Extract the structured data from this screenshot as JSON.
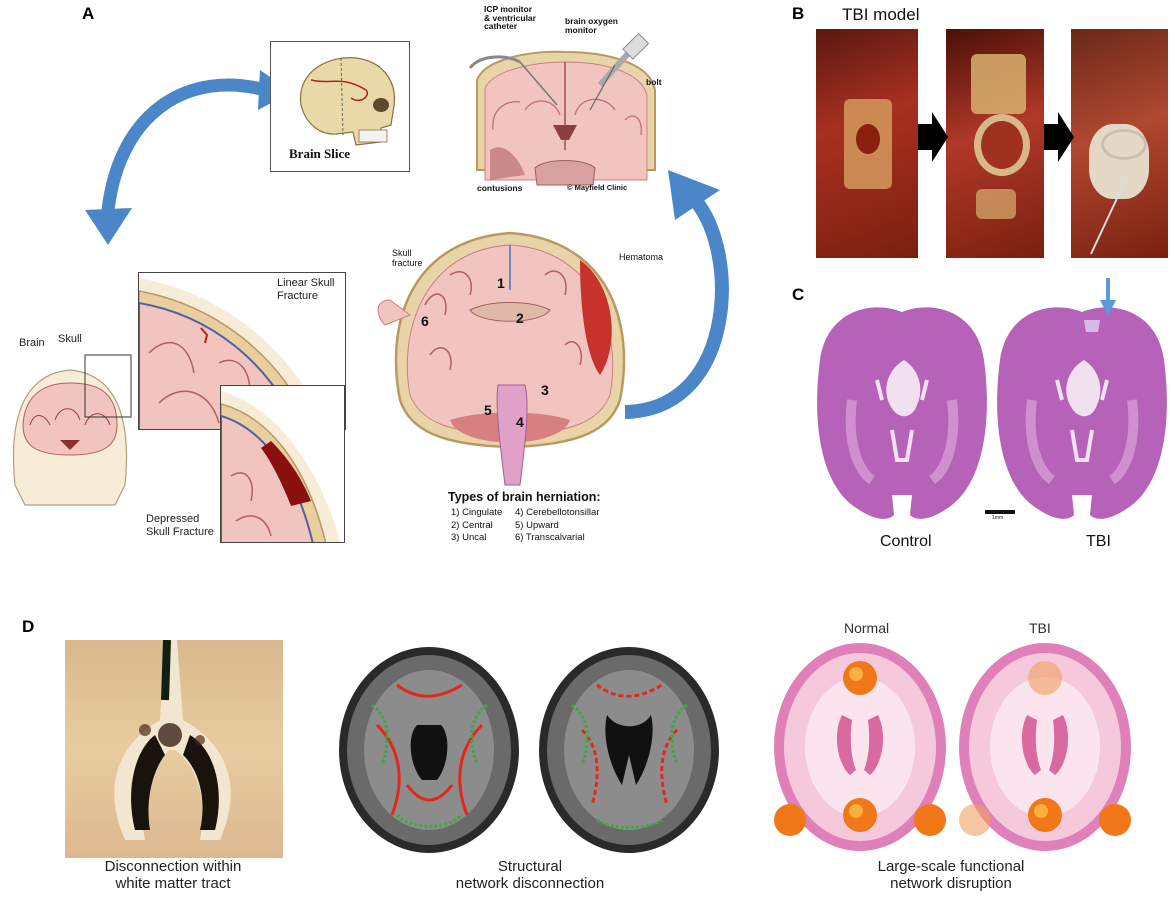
{
  "panels": {
    "a": "A",
    "b": "B",
    "c": "C",
    "d": "D"
  },
  "panel_a": {
    "brain_slice_label": "Brain Slice",
    "icp_label_line1": "ICP monitor",
    "icp_label_line2": "& ventricular",
    "icp_label_line3": "catheter",
    "oxygen_label_line1": "brain oxygen",
    "oxygen_label_line2": "monitor",
    "bolt_label": "bolt",
    "contusions_label": "contusions",
    "credit_label": "© Mayfield Clinic",
    "brain_label": "Brain",
    "skull_label": "Skull",
    "linear_fracture_line1": "Linear Skull",
    "linear_fracture_line2": "Fracture",
    "depressed_fracture_line1": "Depressed",
    "depressed_fracture_line2": "Skull Fracture",
    "skull_fracture_line1": "Skull",
    "skull_fracture_line2": "fracture",
    "hematoma_label": "Hematoma",
    "herniation_title": "Types of brain herniation:",
    "herniation_types": [
      "1) Cingulate",
      "2) Central",
      "3) Uncal",
      "4) Cerebellotonsillar",
      "5) Upward",
      "6) Transcalvarial"
    ],
    "numbers": [
      "1",
      "2",
      "3",
      "4",
      "5",
      "6"
    ]
  },
  "panel_b": {
    "title": "TBI model"
  },
  "panel_c": {
    "control_label": "Control",
    "tbi_label": "TBI",
    "scale_label": "1mm"
  },
  "panel_d": {
    "caption_1_line1": "Disconnection within",
    "caption_1_line2": "white matter tract",
    "caption_2_line1": "Structural",
    "caption_2_line2": "network disconnection",
    "caption_3_line1": "Large-scale functional",
    "caption_3_line2": "network disruption",
    "normal_label": "Normal",
    "tbi_label": "TBI"
  },
  "colors": {
    "arrow_blue": "#4a86c8",
    "brain_pink": "#f2c4c0",
    "skull_tan": "#e9d3a8",
    "hematoma_red": "#c8322c",
    "stain_purple": "#b562b8",
    "tract_red": "#e0281c",
    "tract_green": "#3fa845",
    "hub_orange": "#f07818"
  }
}
